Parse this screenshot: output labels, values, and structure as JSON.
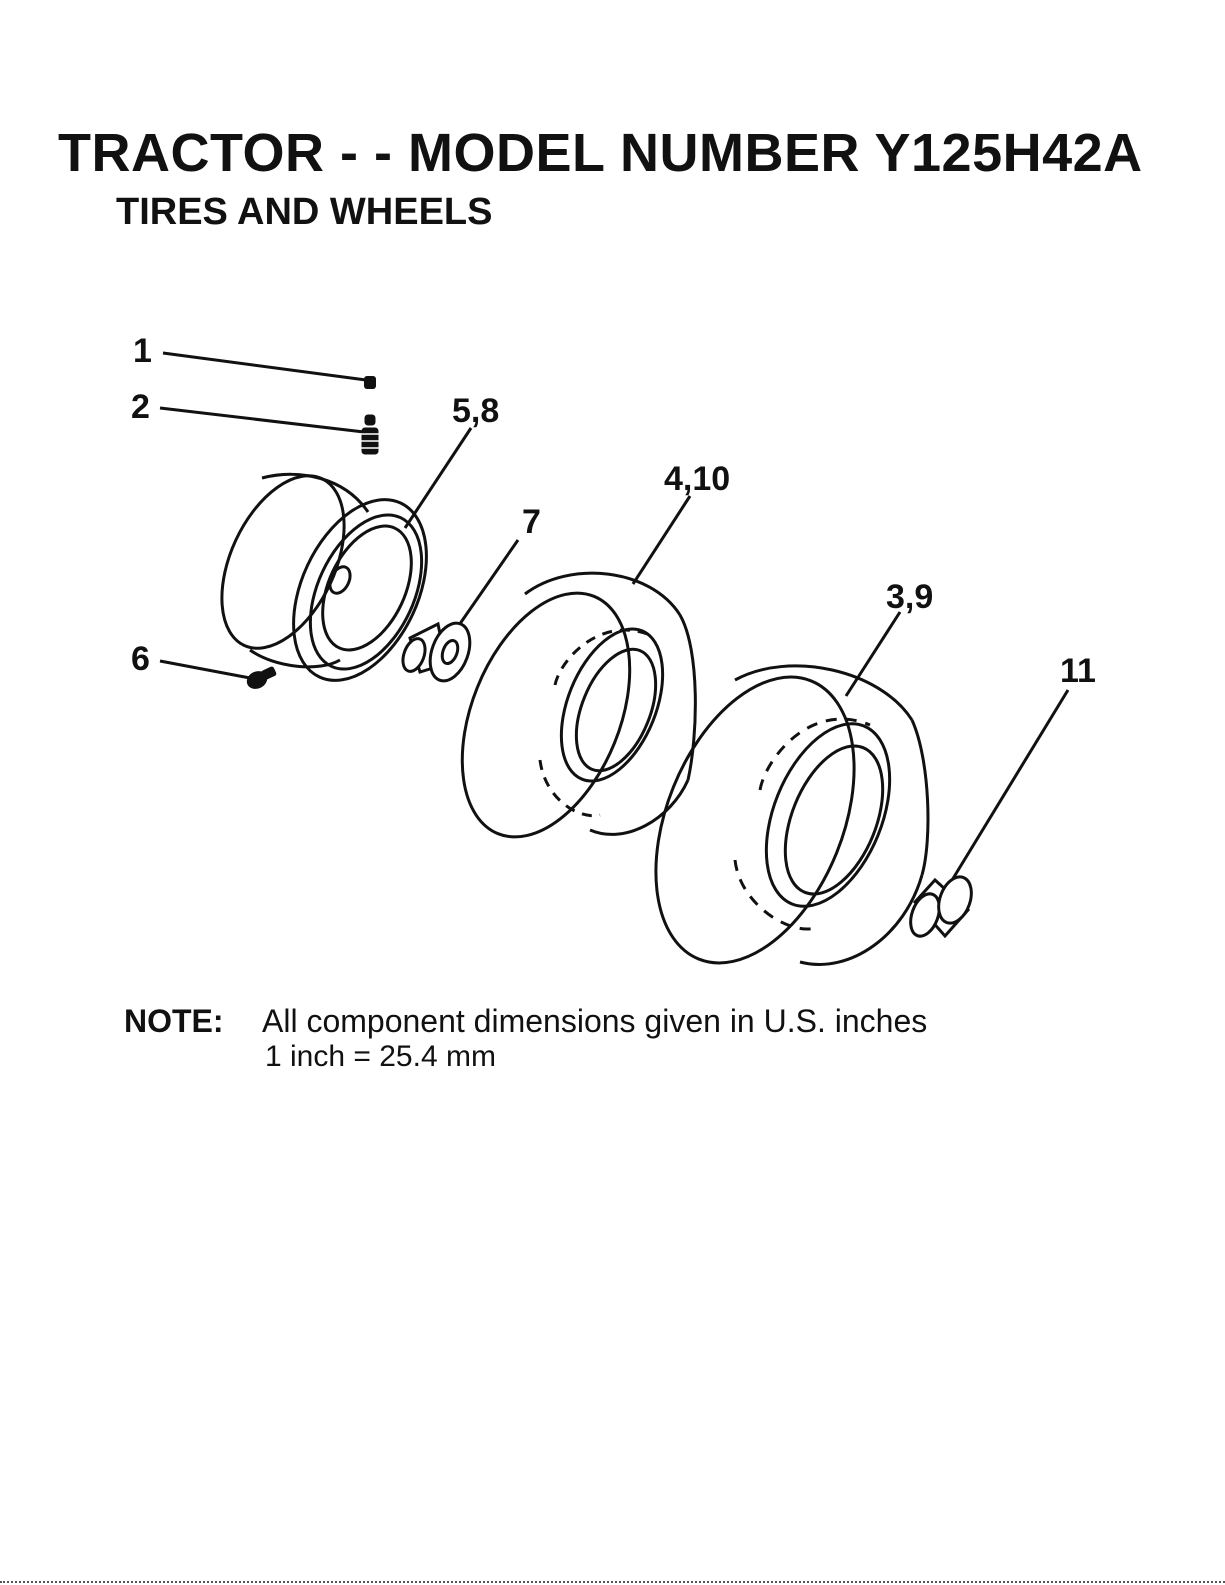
{
  "header": {
    "title": "TRACTOR - - MODEL NUMBER Y125H42A",
    "subtitle": "TIRES AND WHEELS"
  },
  "callouts": [
    {
      "id": "1",
      "label": "1"
    },
    {
      "id": "2",
      "label": "2"
    },
    {
      "id": "5-8",
      "label": "5,8"
    },
    {
      "id": "4-10",
      "label": "4,10"
    },
    {
      "id": "7",
      "label": "7"
    },
    {
      "id": "3-9",
      "label": "3,9"
    },
    {
      "id": "6",
      "label": "6"
    },
    {
      "id": "11",
      "label": "11"
    }
  ],
  "note": {
    "label": "NOTE:",
    "line1": "All component dimensions given in U.S. inches",
    "line2": "1 inch = 25.4 mm"
  }
}
